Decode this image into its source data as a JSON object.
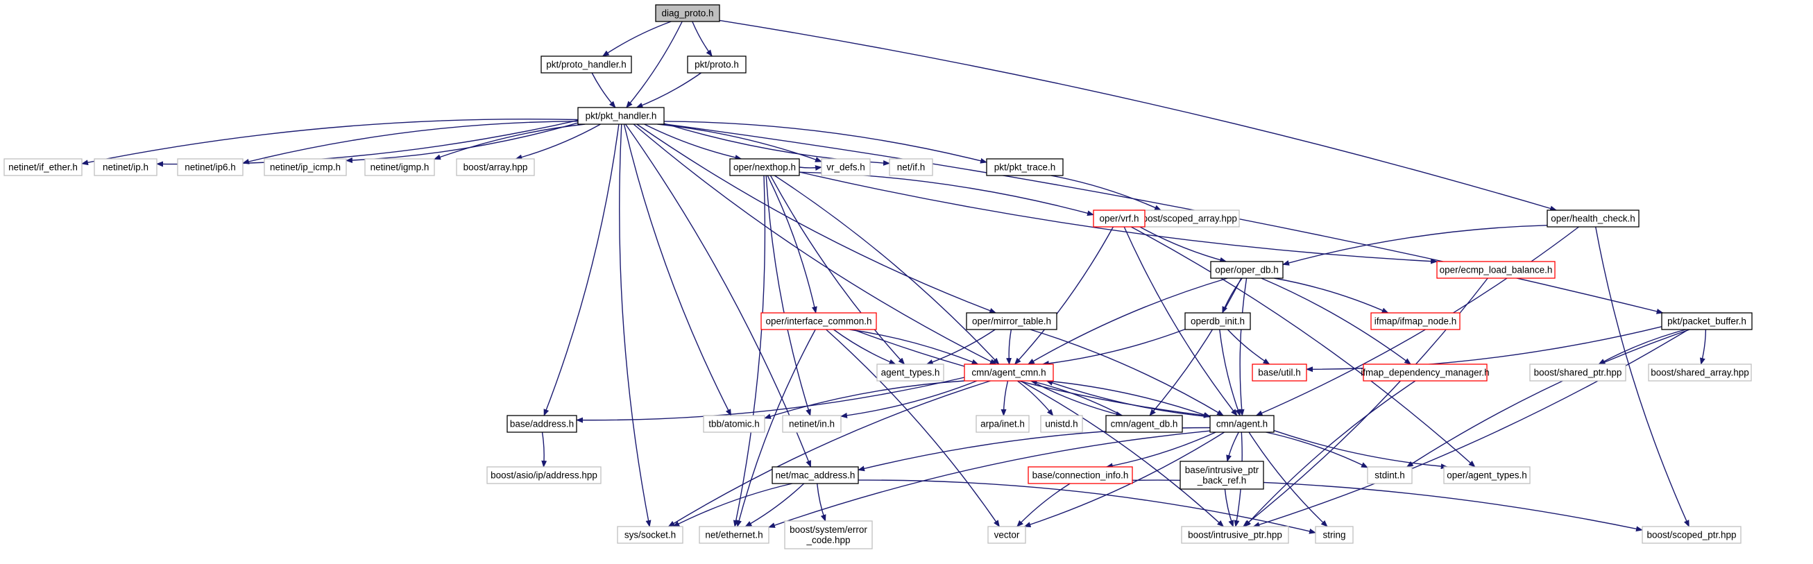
{
  "colors": {
    "edge": "#191970",
    "root_fill": "#bfbfbf",
    "documented_border": "#000000",
    "undocumented_border": "#bfbfbf",
    "truncated_border": "#ff0000",
    "background": "#ffffff"
  },
  "nodes": [
    {
      "id": "diag_proto_h",
      "lines": [
        "diag_proto.h"
      ],
      "style": "root"
    },
    {
      "id": "pkt_proto_handler_h",
      "lines": [
        "pkt/proto_handler.h"
      ],
      "style": "documented"
    },
    {
      "id": "pkt_proto_h",
      "lines": [
        "pkt/proto.h"
      ],
      "style": "documented"
    },
    {
      "id": "pkt_pkt_handler_h",
      "lines": [
        "pkt/pkt_handler.h"
      ],
      "style": "documented"
    },
    {
      "id": "netinet_if_ether_h",
      "lines": [
        "netinet/if_ether.h"
      ],
      "style": "undocumented"
    },
    {
      "id": "netinet_ip_h",
      "lines": [
        "netinet/ip.h"
      ],
      "style": "undocumented"
    },
    {
      "id": "netinet_ip6_h",
      "lines": [
        "netinet/ip6.h"
      ],
      "style": "undocumented"
    },
    {
      "id": "netinet_ip_icmp_h",
      "lines": [
        "netinet/ip_icmp.h"
      ],
      "style": "undocumented"
    },
    {
      "id": "netinet_igmp_h",
      "lines": [
        "netinet/igmp.h"
      ],
      "style": "undocumented"
    },
    {
      "id": "boost_array_hpp",
      "lines": [
        "boost/array.hpp"
      ],
      "style": "undocumented"
    },
    {
      "id": "oper_nexthop_h",
      "lines": [
        "oper/nexthop.h"
      ],
      "style": "documented"
    },
    {
      "id": "vr_defs_h",
      "lines": [
        "vr_defs.h"
      ],
      "style": "undocumented"
    },
    {
      "id": "net_if_h",
      "lines": [
        "net/if.h"
      ],
      "style": "undocumented"
    },
    {
      "id": "pkt_pkt_trace_h",
      "lines": [
        "pkt/pkt_trace.h"
      ],
      "style": "documented"
    },
    {
      "id": "boost_scoped_array_hpp",
      "lines": [
        "boost/scoped_array.hpp"
      ],
      "style": "undocumented"
    },
    {
      "id": "oper_vrf_h",
      "lines": [
        "oper/vrf.h"
      ],
      "style": "truncated"
    },
    {
      "id": "oper_health_check_h",
      "lines": [
        "oper/health_check.h"
      ],
      "style": "documented"
    },
    {
      "id": "oper_oper_db_h",
      "lines": [
        "oper/oper_db.h"
      ],
      "style": "documented"
    },
    {
      "id": "oper_ecmp_load_balance_h",
      "lines": [
        "oper/ecmp_load_balance.h"
      ],
      "style": "truncated"
    },
    {
      "id": "oper_interface_common_h",
      "lines": [
        "oper/interface_common.h"
      ],
      "style": "truncated"
    },
    {
      "id": "oper_mirror_table_h",
      "lines": [
        "oper/mirror_table.h"
      ],
      "style": "documented"
    },
    {
      "id": "ifmap_ifmap_node_h",
      "lines": [
        "ifmap/ifmap_node.h"
      ],
      "style": "truncated"
    },
    {
      "id": "operdb_init_h",
      "lines": [
        "operdb_init.h"
      ],
      "style": "documented"
    },
    {
      "id": "pkt_packet_buffer_h",
      "lines": [
        "pkt/packet_buffer.h"
      ],
      "style": "documented"
    },
    {
      "id": "agent_types_h",
      "lines": [
        "agent_types.h"
      ],
      "style": "undocumented"
    },
    {
      "id": "cmn_agent_cmn_h",
      "lines": [
        "cmn/agent_cmn.h"
      ],
      "style": "truncated"
    },
    {
      "id": "base_util_h",
      "lines": [
        "base/util.h"
      ],
      "style": "truncated"
    },
    {
      "id": "ifmap_dependency_manager_h",
      "lines": [
        "ifmap_dependency_manager.h"
      ],
      "style": "truncated"
    },
    {
      "id": "boost_shared_ptr_hpp",
      "lines": [
        "boost/shared_ptr.hpp"
      ],
      "style": "undocumented"
    },
    {
      "id": "boost_shared_array_hpp",
      "lines": [
        "boost/shared_array.hpp"
      ],
      "style": "undocumented"
    },
    {
      "id": "base_address_h",
      "lines": [
        "base/address.h"
      ],
      "style": "documented"
    },
    {
      "id": "tbb_atomic_h",
      "lines": [
        "tbb/atomic.h"
      ],
      "style": "undocumented"
    },
    {
      "id": "netinet_in_h",
      "lines": [
        "netinet/in.h"
      ],
      "style": "undocumented"
    },
    {
      "id": "arpa_inet_h",
      "lines": [
        "arpa/inet.h"
      ],
      "style": "undocumented"
    },
    {
      "id": "unistd_h",
      "lines": [
        "unistd.h"
      ],
      "style": "undocumented"
    },
    {
      "id": "cmn_agent_db_h",
      "lines": [
        "cmn/agent_db.h"
      ],
      "style": "documented"
    },
    {
      "id": "cmn_agent_h",
      "lines": [
        "cmn/agent.h"
      ],
      "style": "documented"
    },
    {
      "id": "boost_asio_ip_address_hpp",
      "lines": [
        "boost/asio/ip/address.hpp"
      ],
      "style": "undocumented"
    },
    {
      "id": "net_mac_address_h",
      "lines": [
        "net/mac_address.h"
      ],
      "style": "documented"
    },
    {
      "id": "base_connection_info_h",
      "lines": [
        "base/connection_info.h"
      ],
      "style": "truncated"
    },
    {
      "id": "base_intrusive_ptr_back_ref_h",
      "lines": [
        "base/intrusive_ptr",
        "_back_ref.h"
      ],
      "style": "documented"
    },
    {
      "id": "stdint_h",
      "lines": [
        "stdint.h"
      ],
      "style": "undocumented"
    },
    {
      "id": "oper_agent_types_h",
      "lines": [
        "oper/agent_types.h"
      ],
      "style": "undocumented"
    },
    {
      "id": "sys_socket_h",
      "lines": [
        "sys/socket.h"
      ],
      "style": "undocumented"
    },
    {
      "id": "net_ethernet_h",
      "lines": [
        "net/ethernet.h"
      ],
      "style": "undocumented"
    },
    {
      "id": "boost_system_error_code_hpp",
      "lines": [
        "boost/system/error",
        "_code.hpp"
      ],
      "style": "undocumented"
    },
    {
      "id": "vector",
      "lines": [
        "vector"
      ],
      "style": "undocumented"
    },
    {
      "id": "boost_intrusive_ptr_hpp",
      "lines": [
        "boost/intrusive_ptr.hpp"
      ],
      "style": "undocumented"
    },
    {
      "id": "string",
      "lines": [
        "string"
      ],
      "style": "undocumented"
    },
    {
      "id": "boost_scoped_ptr_hpp",
      "lines": [
        "boost/scoped_ptr.hpp"
      ],
      "style": "undocumented"
    }
  ],
  "edges": [
    [
      "diag_proto_h",
      "pkt_proto_handler_h"
    ],
    [
      "diag_proto_h",
      "pkt_pkt_handler_h"
    ],
    [
      "diag_proto_h",
      "pkt_proto_h"
    ],
    [
      "diag_proto_h",
      "oper_health_check_h"
    ],
    [
      "pkt_proto_handler_h",
      "pkt_pkt_handler_h"
    ],
    [
      "pkt_proto_h",
      "pkt_pkt_handler_h"
    ],
    [
      "pkt_pkt_handler_h",
      "netinet_if_ether_h"
    ],
    [
      "pkt_pkt_handler_h",
      "netinet_ip_h"
    ],
    [
      "pkt_pkt_handler_h",
      "netinet_ip6_h"
    ],
    [
      "pkt_pkt_handler_h",
      "netinet_ip_icmp_h"
    ],
    [
      "pkt_pkt_handler_h",
      "netinet_igmp_h"
    ],
    [
      "pkt_pkt_handler_h",
      "boost_array_hpp"
    ],
    [
      "pkt_pkt_handler_h",
      "oper_nexthop_h"
    ],
    [
      "pkt_pkt_handler_h",
      "vr_defs_h"
    ],
    [
      "pkt_pkt_handler_h",
      "net_if_h"
    ],
    [
      "pkt_pkt_handler_h",
      "pkt_pkt_trace_h"
    ],
    [
      "pkt_pkt_handler_h",
      "sys_socket_h"
    ],
    [
      "pkt_pkt_handler_h",
      "base_address_h"
    ],
    [
      "pkt_pkt_handler_h",
      "tbb_atomic_h"
    ],
    [
      "pkt_pkt_handler_h",
      "net_mac_address_h"
    ],
    [
      "pkt_pkt_handler_h",
      "oper_mirror_table_h"
    ],
    [
      "pkt_pkt_handler_h",
      "pkt_packet_buffer_h"
    ],
    [
      "pkt_pkt_handler_h",
      "cmn_agent_cmn_h"
    ],
    [
      "oper_nexthop_h",
      "oper_vrf_h"
    ],
    [
      "oper_nexthop_h",
      "oper_ecmp_load_balance_h"
    ],
    [
      "oper_nexthop_h",
      "oper_interface_common_h"
    ],
    [
      "oper_nexthop_h",
      "agent_types_h"
    ],
    [
      "oper_nexthop_h",
      "cmn_agent_cmn_h"
    ],
    [
      "oper_nexthop_h",
      "netinet_in_h"
    ],
    [
      "oper_nexthop_h",
      "net_ethernet_h"
    ],
    [
      "oper_nexthop_h",
      "vr_defs_h"
    ],
    [
      "pkt_pkt_trace_h",
      "boost_scoped_array_hpp"
    ],
    [
      "oper_vrf_h",
      "oper_oper_db_h"
    ],
    [
      "oper_vrf_h",
      "cmn_agent_cmn_h"
    ],
    [
      "oper_vrf_h",
      "cmn_agent_h"
    ],
    [
      "oper_vrf_h",
      "oper_agent_types_h"
    ],
    [
      "oper_health_check_h",
      "oper_oper_db_h"
    ],
    [
      "oper_health_check_h",
      "cmn_agent_h"
    ],
    [
      "oper_health_check_h",
      "boost_scoped_ptr_hpp"
    ],
    [
      "oper_oper_db_h",
      "ifmap_ifmap_node_h"
    ],
    [
      "oper_oper_db_h",
      "operdb_init_h"
    ],
    [
      "oper_oper_db_h",
      "ifmap_dependency_manager_h"
    ],
    [
      "oper_oper_db_h",
      "cmn_agent_cmn_h"
    ],
    [
      "oper_oper_db_h",
      "cmn_agent_db_h"
    ],
    [
      "oper_oper_db_h",
      "cmn_agent_h"
    ],
    [
      "oper_ecmp_load_balance_h",
      "boost_intrusive_ptr_hpp"
    ],
    [
      "oper_interface_common_h",
      "agent_types_h"
    ],
    [
      "oper_interface_common_h",
      "cmn_agent_cmn_h"
    ],
    [
      "oper_interface_common_h",
      "cmn_agent_h"
    ],
    [
      "oper_interface_common_h",
      "vector"
    ],
    [
      "oper_interface_common_h",
      "net_ethernet_h"
    ],
    [
      "oper_mirror_table_h",
      "agent_types_h"
    ],
    [
      "oper_mirror_table_h",
      "cmn_agent_cmn_h"
    ],
    [
      "oper_mirror_table_h",
      "cmn_agent_h"
    ],
    [
      "operdb_init_h",
      "base_util_h"
    ],
    [
      "operdb_init_h",
      "cmn_agent_cmn_h"
    ],
    [
      "operdb_init_h",
      "cmn_agent_h"
    ],
    [
      "pkt_packet_buffer_h",
      "base_util_h"
    ],
    [
      "pkt_packet_buffer_h",
      "boost_shared_ptr_hpp"
    ],
    [
      "pkt_packet_buffer_h",
      "boost_shared_array_hpp"
    ],
    [
      "pkt_packet_buffer_h",
      "stdint_h"
    ],
    [
      "pkt_packet_buffer_h",
      "boost_intrusive_ptr_hpp"
    ],
    [
      "ifmap_dependency_manager_h",
      "boost_intrusive_ptr_hpp"
    ],
    [
      "cmn_agent_cmn_h",
      "base_address_h"
    ],
    [
      "cmn_agent_cmn_h",
      "tbb_atomic_h"
    ],
    [
      "cmn_agent_cmn_h",
      "netinet_in_h"
    ],
    [
      "cmn_agent_cmn_h",
      "arpa_inet_h"
    ],
    [
      "cmn_agent_cmn_h",
      "unistd_h"
    ],
    [
      "cmn_agent_cmn_h",
      "cmn_agent_db_h"
    ],
    [
      "cmn_agent_cmn_h",
      "cmn_agent_h"
    ],
    [
      "cmn_agent_cmn_h",
      "sys_socket_h"
    ],
    [
      "cmn_agent_cmn_h",
      "boost_intrusive_ptr_hpp"
    ],
    [
      "cmn_agent_db_h",
      "cmn_agent_cmn_h"
    ],
    [
      "cmn_agent_h",
      "cmn_agent_cmn_h"
    ],
    [
      "cmn_agent_h",
      "net_mac_address_h"
    ],
    [
      "cmn_agent_h",
      "base_connection_info_h"
    ],
    [
      "cmn_agent_h",
      "base_intrusive_ptr_back_ref_h"
    ],
    [
      "cmn_agent_h",
      "stdint_h"
    ],
    [
      "cmn_agent_h",
      "oper_agent_types_h"
    ],
    [
      "cmn_agent_h",
      "vector"
    ],
    [
      "cmn_agent_h",
      "net_ethernet_h"
    ],
    [
      "cmn_agent_h",
      "boost_intrusive_ptr_hpp"
    ],
    [
      "cmn_agent_h",
      "string"
    ],
    [
      "base_address_h",
      "boost_asio_ip_address_hpp"
    ],
    [
      "net_mac_address_h",
      "sys_socket_h"
    ],
    [
      "net_mac_address_h",
      "net_ethernet_h"
    ],
    [
      "net_mac_address_h",
      "boost_system_error_code_hpp"
    ],
    [
      "net_mac_address_h",
      "string"
    ],
    [
      "base_connection_info_h",
      "vector"
    ],
    [
      "base_connection_info_h",
      "boost_scoped_ptr_hpp"
    ],
    [
      "base_intrusive_ptr_back_ref_h",
      "boost_intrusive_ptr_hpp"
    ]
  ]
}
